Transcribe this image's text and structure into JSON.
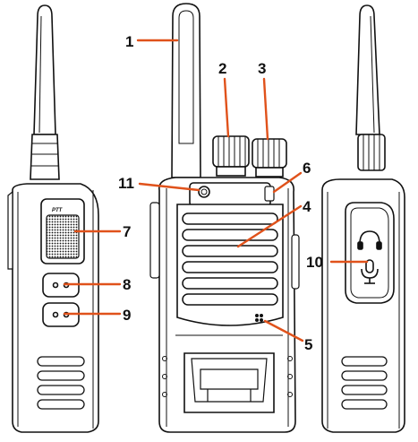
{
  "diagram": {
    "ptt_label": "PTT",
    "accent_color": "#e0521b",
    "outline_color": "#111111",
    "callouts": [
      {
        "id": "1",
        "label": "1"
      },
      {
        "id": "2",
        "label": "2"
      },
      {
        "id": "3",
        "label": "3"
      },
      {
        "id": "4",
        "label": "4"
      },
      {
        "id": "5",
        "label": "5"
      },
      {
        "id": "6",
        "label": "6"
      },
      {
        "id": "7",
        "label": "7"
      },
      {
        "id": "8",
        "label": "8"
      },
      {
        "id": "9",
        "label": "9"
      },
      {
        "id": "10",
        "label": "10"
      },
      {
        "id": "11",
        "label": "11"
      }
    ],
    "icons": [
      "headphone-icon",
      "microphone-icon"
    ]
  }
}
